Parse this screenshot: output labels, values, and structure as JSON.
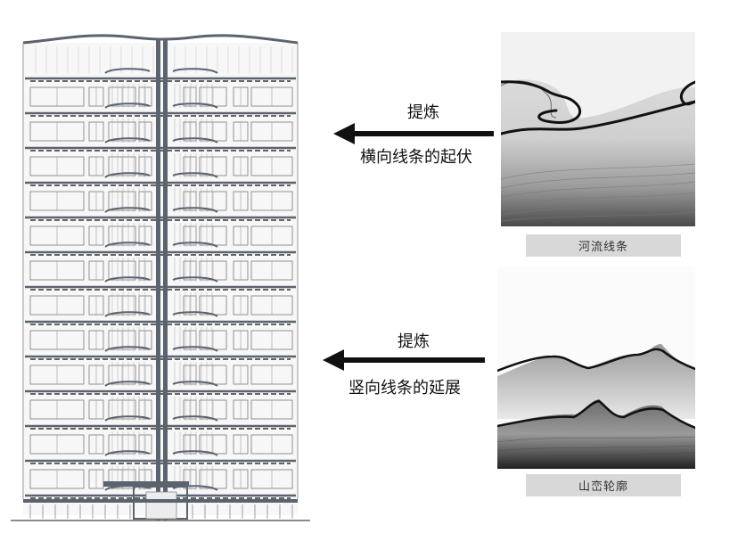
{
  "building": {
    "floors": 12
  },
  "annotations": {
    "top": {
      "refine": "提炼",
      "description": "横向线条的起伏"
    },
    "bottom": {
      "refine": "提炼",
      "description": "竖向线条的延展"
    }
  },
  "images": {
    "river": {
      "caption": "河流线条"
    },
    "mountain": {
      "caption": "山峦轮廓"
    }
  },
  "colors": {
    "structure": "#5b636e",
    "line": "#111111",
    "caption_bg": "#d8d8d8"
  }
}
